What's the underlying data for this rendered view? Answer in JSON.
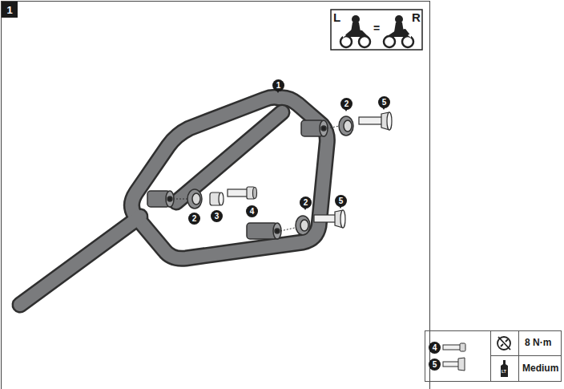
{
  "diagram": {
    "labels": [
      "1",
      "L",
      "=",
      "R",
      "1",
      "2",
      "5",
      "2",
      "3",
      "4",
      "2",
      "5",
      "4",
      "5",
      "8 N·m",
      "Medium",
      "LT"
    ]
  }
}
